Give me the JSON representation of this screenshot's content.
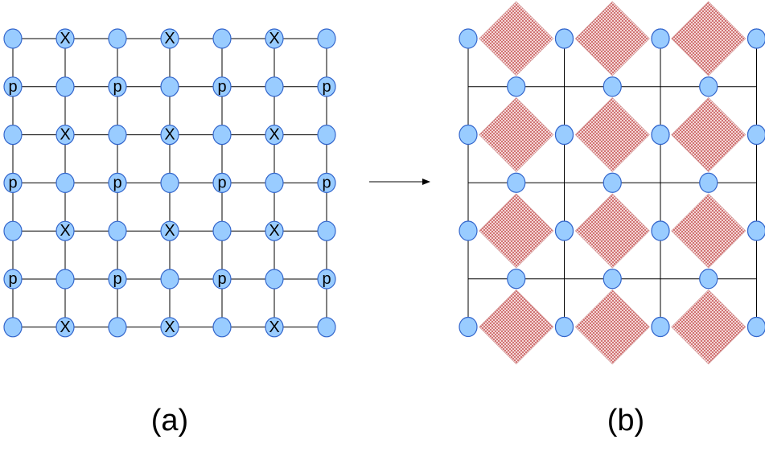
{
  "colors": {
    "node_fill": "#99ccff",
    "node_stroke": "#3366cc",
    "edge": "#000000",
    "plaquette": "#c24a4a"
  },
  "panel_a": {
    "label": "(a)",
    "grid": [
      [
        "",
        "X",
        "",
        "X",
        "",
        "X",
        ""
      ],
      [
        "p",
        "",
        "p",
        "",
        "p",
        "",
        "p"
      ],
      [
        "",
        "X",
        "",
        "X",
        "",
        "X",
        ""
      ],
      [
        "p",
        "",
        "p",
        "",
        "p",
        "",
        "p"
      ],
      [
        "",
        "X",
        "",
        "X",
        "",
        "X",
        ""
      ],
      [
        "p",
        "",
        "p",
        "",
        "p",
        "",
        "p"
      ],
      [
        "",
        "X",
        "",
        "X",
        "",
        "X",
        ""
      ]
    ]
  },
  "arrow": {
    "icon": "right-arrow-icon"
  },
  "panel_b": {
    "label": "(b)",
    "columns": 4,
    "rows": 4,
    "plaquettes_per_row": 3,
    "mid_node_rows": 3
  }
}
